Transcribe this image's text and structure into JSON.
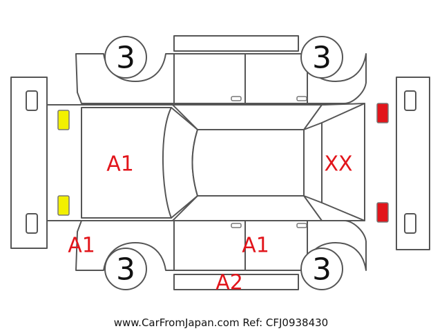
{
  "tires": {
    "front_left": "3",
    "front_right": "3",
    "rear_left": "3",
    "rear_right": "3"
  },
  "damage_codes": {
    "hood": "A1",
    "rear_hatch": "XX",
    "front_bumper_corner": "A1",
    "side_lower": "A1",
    "side_sill": "A2"
  },
  "markers": {
    "front_lights": "yellow",
    "rear_lights": "red"
  },
  "colors": {
    "code_text": "#e2151b",
    "front_light_fill": "#f2f000",
    "rear_light_fill": "#e2151b",
    "outline": "#555555"
  },
  "footer": "www.CarFromJapan.com Ref: CFJ0938430"
}
